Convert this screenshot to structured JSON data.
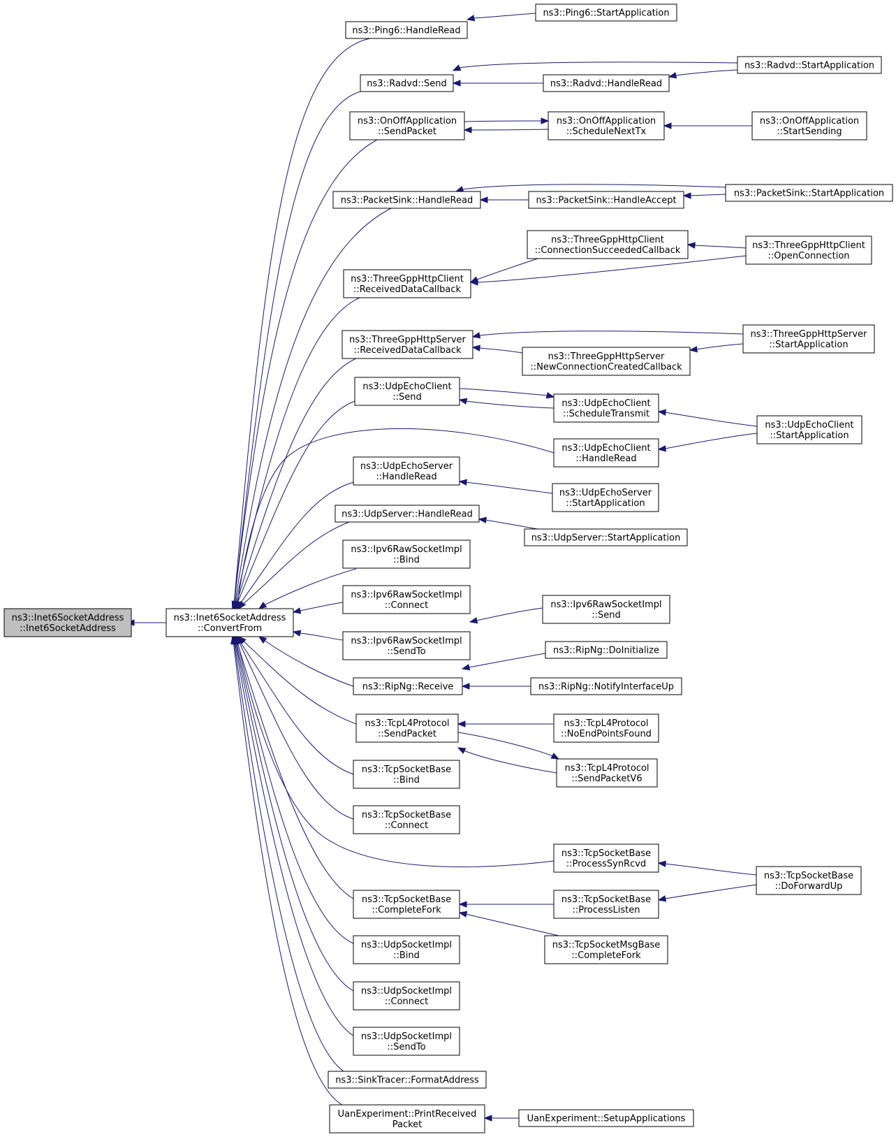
{
  "colors": {
    "edge": "#191970",
    "node_border_default": "#000000",
    "node_border_truncated": "#ff0000",
    "node_fill_default": "#ffffff",
    "node_fill_root": "#bfbfbf"
  },
  "nodes": [
    {
      "id": "root",
      "lines": [
        "ns3::Inet6SocketAddress",
        "::Inet6SocketAddress"
      ]
    },
    {
      "id": "cf",
      "lines": [
        "ns3::Inet6SocketAddress",
        "::ConvertFrom"
      ]
    },
    {
      "id": "ping6hr",
      "lines": [
        "ns3::Ping6::HandleRead"
      ]
    },
    {
      "id": "ping6sa",
      "lines": [
        "ns3::Ping6::StartApplication"
      ]
    },
    {
      "id": "radvdsend",
      "lines": [
        "ns3::Radvd::Send"
      ]
    },
    {
      "id": "radvdhr",
      "lines": [
        "ns3::Radvd::HandleRead"
      ]
    },
    {
      "id": "radvdsa",
      "lines": [
        "ns3::Radvd::StartApplication"
      ]
    },
    {
      "id": "onoffsp",
      "lines": [
        "ns3::OnOffApplication",
        "::SendPacket"
      ]
    },
    {
      "id": "onoffsnt",
      "lines": [
        "ns3::OnOffApplication",
        "::ScheduleNextTx"
      ]
    },
    {
      "id": "onoffss",
      "lines": [
        "ns3::OnOffApplication",
        "::StartSending"
      ]
    },
    {
      "id": "pshr",
      "lines": [
        "ns3::PacketSink::HandleRead"
      ]
    },
    {
      "id": "psha",
      "lines": [
        "ns3::PacketSink::HandleAccept"
      ]
    },
    {
      "id": "pssa",
      "lines": [
        "ns3::PacketSink::StartApplication"
      ]
    },
    {
      "id": "hcrdc",
      "lines": [
        "ns3::ThreeGppHttpClient",
        "::ReceivedDataCallback"
      ]
    },
    {
      "id": "hccsc",
      "lines": [
        "ns3::ThreeGppHttpClient",
        "::ConnectionSucceededCallback"
      ]
    },
    {
      "id": "hcoc",
      "lines": [
        "ns3::ThreeGppHttpClient",
        "::OpenConnection"
      ]
    },
    {
      "id": "hsrdc",
      "lines": [
        "ns3::ThreeGppHttpServer",
        "::ReceivedDataCallback"
      ]
    },
    {
      "id": "hsncc",
      "lines": [
        "ns3::ThreeGppHttpServer",
        "::NewConnectionCreatedCallback"
      ]
    },
    {
      "id": "hssa",
      "lines": [
        "ns3::ThreeGppHttpServer",
        "::StartApplication"
      ]
    },
    {
      "id": "uecsend",
      "lines": [
        "ns3::UdpEchoClient",
        "::Send"
      ]
    },
    {
      "id": "uecst",
      "lines": [
        "ns3::UdpEchoClient",
        "::ScheduleTransmit"
      ]
    },
    {
      "id": "uecsa",
      "lines": [
        "ns3::UdpEchoClient",
        "::StartApplication"
      ]
    },
    {
      "id": "uechr",
      "lines": [
        "ns3::UdpEchoClient",
        "::HandleRead"
      ]
    },
    {
      "id": "ueshr",
      "lines": [
        "ns3::UdpEchoServer",
        "::HandleRead"
      ]
    },
    {
      "id": "uessa",
      "lines": [
        "ns3::UdpEchoServer",
        "::StartApplication"
      ]
    },
    {
      "id": "ushr",
      "lines": [
        "ns3::UdpServer::HandleRead"
      ]
    },
    {
      "id": "ussa",
      "lines": [
        "ns3::UdpServer::StartApplication"
      ]
    },
    {
      "id": "ipv6bind",
      "lines": [
        "ns3::Ipv6RawSocketImpl",
        "::Bind"
      ]
    },
    {
      "id": "ipv6conn",
      "lines": [
        "ns3::Ipv6RawSocketImpl",
        "::Connect"
      ]
    },
    {
      "id": "ipv6sendto",
      "lines": [
        "ns3::Ipv6RawSocketImpl",
        "::SendTo"
      ]
    },
    {
      "id": "ipv6send",
      "lines": [
        "ns3::Ipv6RawSocketImpl",
        "::Send"
      ]
    },
    {
      "id": "riprecv",
      "lines": [
        "ns3::RipNg::Receive"
      ]
    },
    {
      "id": "ripdoinit",
      "lines": [
        "ns3::RipNg::DoInitialize"
      ]
    },
    {
      "id": "ripniu",
      "lines": [
        "ns3::RipNg::NotifyInterfaceUp"
      ]
    },
    {
      "id": "tcpl4sp",
      "lines": [
        "ns3::TcpL4Protocol",
        "::SendPacket"
      ]
    },
    {
      "id": "tcpl4nepf",
      "lines": [
        "ns3::TcpL4Protocol",
        "::NoEndPointsFound"
      ]
    },
    {
      "id": "tcpl4sp6",
      "lines": [
        "ns3::TcpL4Protocol",
        "::SendPacketV6"
      ]
    },
    {
      "id": "tsbbind",
      "lines": [
        "ns3::TcpSocketBase",
        "::Bind"
      ]
    },
    {
      "id": "tsbconn",
      "lines": [
        "ns3::TcpSocketBase",
        "::Connect"
      ]
    },
    {
      "id": "tsbpsr",
      "lines": [
        "ns3::TcpSocketBase",
        "::ProcessSynRcvd"
      ]
    },
    {
      "id": "tsbdfu",
      "lines": [
        "ns3::TcpSocketBase",
        "::DoForwardUp"
      ]
    },
    {
      "id": "tsbcf",
      "lines": [
        "ns3::TcpSocketBase",
        "::CompleteFork"
      ]
    },
    {
      "id": "tsbpl",
      "lines": [
        "ns3::TcpSocketBase",
        "::ProcessListen"
      ]
    },
    {
      "id": "tsmbcf",
      "lines": [
        "ns3::TcpSocketMsgBase",
        "::CompleteFork"
      ]
    },
    {
      "id": "usibind",
      "lines": [
        "ns3::UdpSocketImpl",
        "::Bind"
      ]
    },
    {
      "id": "usiconn",
      "lines": [
        "ns3::UdpSocketImpl",
        "::Connect"
      ]
    },
    {
      "id": "usisendto",
      "lines": [
        "ns3::UdpSocketImpl",
        "::SendTo"
      ]
    },
    {
      "id": "stfa",
      "lines": [
        "ns3::SinkTracer::FormatAddress"
      ]
    },
    {
      "id": "uepr",
      "lines": [
        "UanExperiment::PrintReceived",
        "Packet"
      ]
    },
    {
      "id": "uesa",
      "lines": [
        "UanExperiment::SetupApplications"
      ]
    }
  ],
  "root_node": "root",
  "truncated_nodes": [
    "onoffss",
    "hcoc",
    "ripniu",
    "tcpl4nepf",
    "tsbdfu"
  ],
  "edges": [
    [
      "cf",
      "root"
    ],
    [
      "ping6hr",
      "cf"
    ],
    [
      "radvdsend",
      "cf"
    ],
    [
      "onoffsp",
      "cf"
    ],
    [
      "pshr",
      "cf"
    ],
    [
      "hcrdc",
      "cf"
    ],
    [
      "hsrdc",
      "cf"
    ],
    [
      "uecsend",
      "cf"
    ],
    [
      "uechr",
      "cf"
    ],
    [
      "ueshr",
      "cf"
    ],
    [
      "ushr",
      "cf"
    ],
    [
      "ipv6bind",
      "cf"
    ],
    [
      "ipv6conn",
      "cf"
    ],
    [
      "ipv6sendto",
      "cf"
    ],
    [
      "riprecv",
      "cf"
    ],
    [
      "tcpl4sp",
      "cf"
    ],
    [
      "tsbbind",
      "cf"
    ],
    [
      "tsbconn",
      "cf"
    ],
    [
      "tsbpsr",
      "cf"
    ],
    [
      "tsbcf",
      "cf"
    ],
    [
      "usibind",
      "cf"
    ],
    [
      "usiconn",
      "cf"
    ],
    [
      "usisendto",
      "cf"
    ],
    [
      "stfa",
      "cf"
    ],
    [
      "uepr",
      "cf"
    ],
    [
      "ping6sa",
      "ping6hr"
    ],
    [
      "radvdsa",
      "radvdsend"
    ],
    [
      "radvdhr",
      "radvdsend"
    ],
    [
      "radvdsa",
      "radvdhr"
    ],
    [
      "onoffsnt",
      "onoffsp"
    ],
    [
      "onoffsp",
      "onoffsnt"
    ],
    [
      "onoffss",
      "onoffsnt"
    ],
    [
      "pssa",
      "pshr"
    ],
    [
      "psha",
      "pshr"
    ],
    [
      "pssa",
      "psha"
    ],
    [
      "hccsc",
      "hcrdc"
    ],
    [
      "hcoc",
      "hcrdc"
    ],
    [
      "hcoc",
      "hccsc"
    ],
    [
      "hssa",
      "hsrdc"
    ],
    [
      "hsncc",
      "hsrdc"
    ],
    [
      "hssa",
      "hsncc"
    ],
    [
      "uecst",
      "uecsend"
    ],
    [
      "uecsend",
      "uecst"
    ],
    [
      "uecsa",
      "uecst"
    ],
    [
      "uecsa",
      "uechr"
    ],
    [
      "uessa",
      "ueshr"
    ],
    [
      "ussa",
      "ushr"
    ],
    [
      "ipv6send",
      "ipv6sendto"
    ],
    [
      "ripdoinit",
      "riprecv"
    ],
    [
      "ripniu",
      "riprecv"
    ],
    [
      "tcpl4nepf",
      "tcpl4sp"
    ],
    [
      "tcpl4sp6",
      "tcpl4sp"
    ],
    [
      "tcpl4sp",
      "tcpl4sp6"
    ],
    [
      "tsbdfu",
      "tsbpsr"
    ],
    [
      "tsbdfu",
      "tsbpl"
    ],
    [
      "tsbpl",
      "tsbcf"
    ],
    [
      "tsmbcf",
      "tsbcf"
    ],
    [
      "uesa",
      "uepr"
    ]
  ]
}
